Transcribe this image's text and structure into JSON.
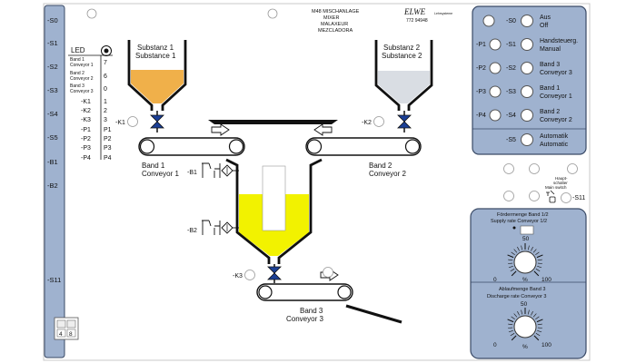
{
  "title": {
    "model": "M48 MISCHANLAGE",
    "lines": [
      "MIXER",
      "MALAXEUR",
      "MEZCLADORA"
    ],
    "logo": "ELWE",
    "logo_sub": "Lehrsysteme",
    "part_no": "772 94948"
  },
  "left_rail": [
    "-S0",
    "-S1",
    "-S2",
    "-S3",
    "-S4",
    "-S5",
    "-B1",
    "-B2",
    "-S11"
  ],
  "led": {
    "heading": "LED",
    "rows": [
      {
        "label": [
          "Band 1",
          "Conveyor 1"
        ],
        "value": "7"
      },
      {
        "label": [
          "Band 2",
          "Conveyor 2"
        ],
        "value": "6"
      },
      {
        "label": [
          "Band 3",
          "Conveyor 3"
        ],
        "value": "0"
      },
      {
        "label": [
          "-K1"
        ],
        "value": "1"
      },
      {
        "label": [
          "-K2"
        ],
        "value": "2"
      },
      {
        "label": [
          "-K3"
        ],
        "value": "3"
      },
      {
        "label": [
          "-P1"
        ],
        "value": "P1"
      },
      {
        "label": [
          "-P2"
        ],
        "value": "P2"
      },
      {
        "label": [
          "-P3"
        ],
        "value": "P3"
      },
      {
        "label": [
          "-P4"
        ],
        "value": "P4"
      }
    ]
  },
  "hoppers": {
    "substance1": [
      "Substanz 1",
      "Substance 1"
    ],
    "substance2": [
      "Substanz 2",
      "Substance 2"
    ],
    "color1": "#f0b04a",
    "color2": "#d9dde3",
    "mixer_color": "#f2f200"
  },
  "valves": {
    "k1": "-K1",
    "k2": "-K2",
    "k3": "-K3"
  },
  "conveyors": {
    "band1": [
      "Band 1",
      "Conveyor 1"
    ],
    "band2": [
      "Band 2",
      "Conveyor 2"
    ],
    "band3": [
      "Band 3",
      "Conveyor 3"
    ]
  },
  "sensors": {
    "b1": "-B1",
    "b2": "-B2"
  },
  "control_panel": {
    "rows": [
      {
        "p": "",
        "s": "-S0",
        "label": [
          "Aus",
          "Off"
        ]
      },
      {
        "p": "-P1",
        "s": "-S1",
        "label": [
          "Handsteuerg.",
          "Manual"
        ]
      },
      {
        "p": "-P2",
        "s": "-S2",
        "label": [
          "Band 3",
          "Conveyor 3"
        ]
      },
      {
        "p": "-P3",
        "s": "-S3",
        "label": [
          "Band 1",
          "Conveyor 1"
        ]
      },
      {
        "p": "-P4",
        "s": "-S4",
        "label": [
          "Band 2",
          "Conveyor 2"
        ]
      },
      {
        "p": "",
        "s": "-S5",
        "label": [
          "Automatik",
          "Automatic"
        ]
      }
    ]
  },
  "main_switch": {
    "label": [
      "Haupt-",
      "schalter",
      "Main switch"
    ],
    "id": "-S11"
  },
  "dial1": {
    "label": [
      "Fördermenge Band 1/2",
      "Supply rate Conveyor 1/2"
    ],
    "min": "0",
    "mid": "50",
    "max": "100",
    "unit": "%"
  },
  "dial2": {
    "label": [
      "Ablaufmenge Band 3",
      "Discharge rate Conveyor 3"
    ],
    "min": "0",
    "mid": "50",
    "max": "100",
    "unit": "%"
  },
  "keypad": [
    "4",
    "8"
  ]
}
